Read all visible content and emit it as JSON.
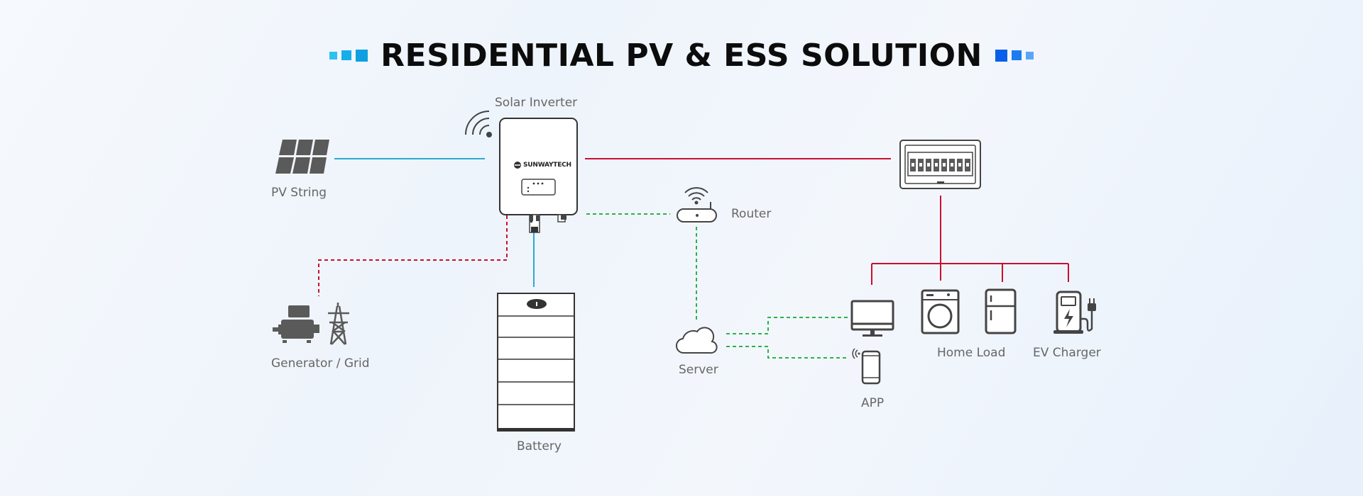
{
  "title": "RESIDENTIAL PV & ESS SOLUTION",
  "colors": {
    "ac_line": "#c8102e",
    "dc_line": "#2aaad0",
    "comm_line": "#2db24a",
    "icon": "#5a5a5a",
    "title_deco_left": [
      "#2ec1f0",
      "#16aee8",
      "#0fa0e0"
    ],
    "title_deco_right": [
      "#0a5fe8",
      "#1d7bf0",
      "#5aa6f5"
    ]
  },
  "nodes": {
    "solar_inverter": {
      "label": "Solar Inverter",
      "brand": "SUNWAYTECH",
      "icon": "inverter-icon"
    },
    "pv_string": {
      "label": "PV String",
      "icon": "solar-panel-icon"
    },
    "router": {
      "label": "Router",
      "icon": "router-icon"
    },
    "generator_grid": {
      "label": "Generator / Grid",
      "icons": [
        "generator-icon",
        "power-tower-icon"
      ]
    },
    "battery": {
      "label": "Battery",
      "icon": "battery-stack-icon"
    },
    "server": {
      "label": "Server",
      "icon": "cloud-icon"
    },
    "app": {
      "label": "APP",
      "icons": [
        "monitor-icon",
        "phone-icon"
      ]
    },
    "home_load": {
      "label": "Home Load",
      "icons": [
        "washing-machine-icon",
        "fridge-icon"
      ]
    },
    "ev_charger": {
      "label": "EV Charger",
      "icon": "ev-charger-icon"
    },
    "distribution_box": {
      "icon": "breaker-panel-icon"
    }
  }
}
